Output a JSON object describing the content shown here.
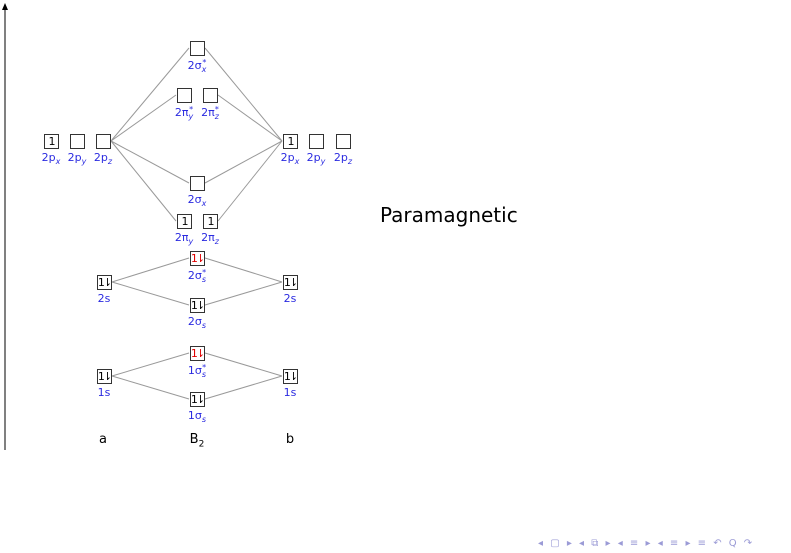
{
  "molecule": {
    "main": "B",
    "sub": "2"
  },
  "atom_left": "a",
  "atom_right": "b",
  "magnetism": "Paramagnetic",
  "colors": {
    "label": "#2a2ae0",
    "antibonding_electrons": "#e00000",
    "lines": "#999999"
  },
  "orbitals": [
    {
      "id": "sx_star",
      "electrons": "",
      "main": "2σ",
      "sub": "x",
      "sup": "*"
    },
    {
      "id": "py_star",
      "electrons": "",
      "main": "2π",
      "sub": "y",
      "sup": "*"
    },
    {
      "id": "pz_star",
      "electrons": "",
      "main": "2π",
      "sub": "z",
      "sup": "*"
    },
    {
      "id": "a_2px",
      "electrons": "1",
      "main": "2p",
      "sub": "x",
      "sup": ""
    },
    {
      "id": "a_2py",
      "electrons": "",
      "main": "2p",
      "sub": "y",
      "sup": ""
    },
    {
      "id": "a_2pz",
      "electrons": "",
      "main": "2p",
      "sub": "z",
      "sup": ""
    },
    {
      "id": "b_2px",
      "electrons": "1",
      "main": "2p",
      "sub": "x",
      "sup": ""
    },
    {
      "id": "b_2py",
      "electrons": "",
      "main": "2p",
      "sub": "y",
      "sup": ""
    },
    {
      "id": "b_2pz",
      "electrons": "",
      "main": "2p",
      "sub": "z",
      "sup": ""
    },
    {
      "id": "sx",
      "electrons": "",
      "main": "2σ",
      "sub": "x",
      "sup": ""
    },
    {
      "id": "py",
      "electrons": "1",
      "main": "2π",
      "sub": "y",
      "sup": ""
    },
    {
      "id": "pz",
      "electrons": "1",
      "main": "2π",
      "sub": "z",
      "sup": ""
    },
    {
      "id": "s2_star",
      "electrons": "1⇂",
      "main": "2σ",
      "sub": "s",
      "sup": "*",
      "red": true
    },
    {
      "id": "a_2s",
      "electrons": "1⇂",
      "main": "2s",
      "sub": "",
      "sup": ""
    },
    {
      "id": "b_2s",
      "electrons": "1⇂",
      "main": "2s",
      "sub": "",
      "sup": ""
    },
    {
      "id": "s2",
      "electrons": "1⇂",
      "main": "2σ",
      "sub": "s",
      "sup": ""
    },
    {
      "id": "s1_star",
      "electrons": "1⇂",
      "main": "1σ",
      "sub": "s",
      "sup": "*",
      "red": true
    },
    {
      "id": "a_1s",
      "electrons": "1⇂",
      "main": "1s",
      "sub": "",
      "sup": ""
    },
    {
      "id": "b_1s",
      "electrons": "1⇂",
      "main": "1s",
      "sub": "",
      "sup": ""
    },
    {
      "id": "s1",
      "electrons": "1⇂",
      "main": "1σ",
      "sub": "s",
      "sup": ""
    }
  ],
  "nav_symbols": "◂ ▢ ▸ ◂ ⧉ ▸ ◂ ≡ ▸ ◂ ≡ ▸  ≡  ↶ Q ↷"
}
